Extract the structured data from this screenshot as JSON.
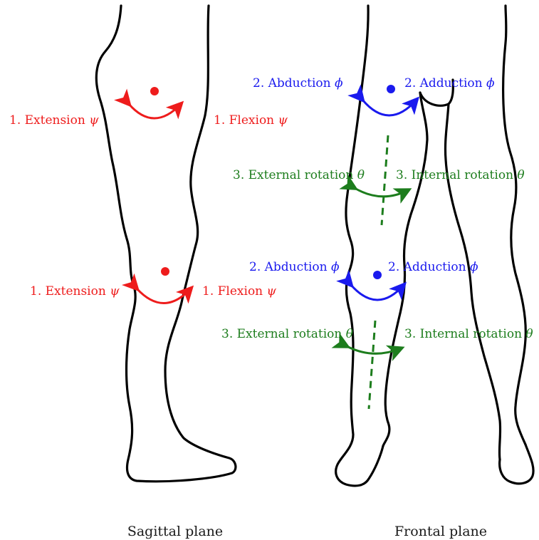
{
  "colors": {
    "sagittal": "#ee1c1c",
    "abduction": "#1a1aee",
    "rotation": "#1d7d1d",
    "outline": "#000000"
  },
  "captions": {
    "sagittal": "Sagittal plane",
    "frontal": "Frontal plane"
  },
  "sagittal": {
    "hip": {
      "left_label": "1. Extension",
      "left_symbol": "ψ",
      "right_label": "1. Flexion",
      "right_symbol": "ψ"
    },
    "knee": {
      "left_label": "1. Extension",
      "left_symbol": "ψ",
      "right_label": "1. Flexion",
      "right_symbol": "ψ"
    }
  },
  "frontal": {
    "hip": {
      "left_label": "2. Abduction",
      "left_symbol": "ϕ",
      "right_label": "2. Adduction",
      "right_symbol": "ϕ",
      "rot_left_label": "3. External rotation",
      "rot_left_symbol": "θ",
      "rot_right_label": "3. Internal rotation",
      "rot_right_symbol": "θ"
    },
    "knee": {
      "left_label": "2. Abduction",
      "left_symbol": "ϕ",
      "right_label": "2. Adduction",
      "right_symbol": "ϕ",
      "rot_left_label": "3. External rotation",
      "rot_left_symbol": "θ",
      "rot_right_label": "3. Internal rotation",
      "rot_right_symbol": "θ"
    }
  }
}
